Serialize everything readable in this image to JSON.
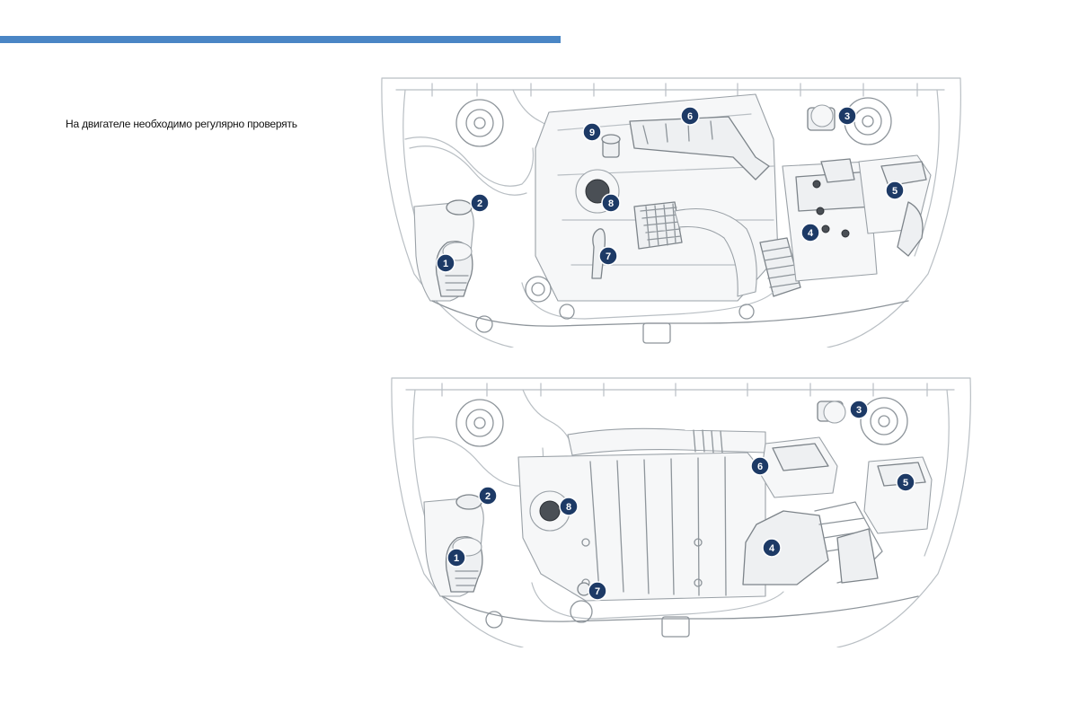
{
  "header": {
    "accent_color": "#4a86c5"
  },
  "intro": {
    "text": "На двигателе необходимо регулярно проверять"
  },
  "diagrams": [
    {
      "callouts": [
        "1",
        "2",
        "3",
        "4",
        "5",
        "6",
        "7",
        "8",
        "9"
      ]
    },
    {
      "callouts": [
        "1",
        "2",
        "3",
        "4",
        "5",
        "6",
        "7",
        "8"
      ]
    }
  ],
  "colors": {
    "callout_fill": "#1d3a66",
    "line_art": "#8e959b"
  }
}
